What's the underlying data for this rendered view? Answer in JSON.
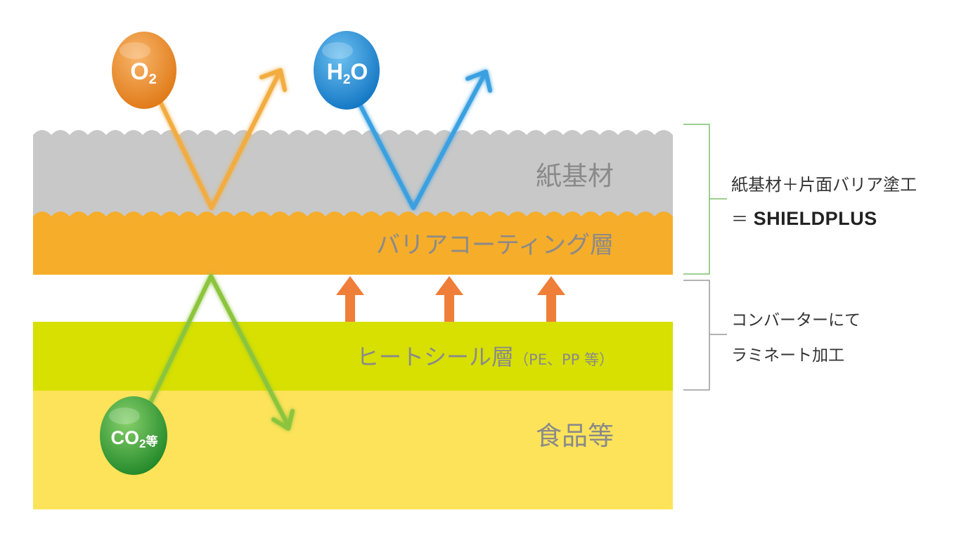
{
  "layers": {
    "paper": {
      "label": "紙基材",
      "color": "#c8c8c8"
    },
    "barrier": {
      "label": "バリアコーティング層",
      "color": "#f5ad2a"
    },
    "heatseal": {
      "label": "ヒートシール層",
      "note": "（PE、PP 等）",
      "color": "#d7e000"
    },
    "food": {
      "label": "食品等",
      "color": "#fde35a"
    }
  },
  "molecules": {
    "o2": {
      "base": "O",
      "sub": "2",
      "extra": "",
      "color": "#ec8a25"
    },
    "h2o": {
      "base": "H",
      "sub": "2",
      "extra": "O",
      "color": "#1f8fd8"
    },
    "co2": {
      "base": "CO",
      "sub": "2",
      "extra": "等",
      "color": "#3ea53a"
    }
  },
  "annotations": {
    "top": {
      "line1": "紙基材＋片面バリア塗工",
      "prefix": "＝ ",
      "brand": "SHIELDPLUS"
    },
    "bottom": {
      "line1": "コンバーターにて",
      "line2": "ラミネート加工"
    }
  },
  "colors": {
    "o2_arrow": "#f2ac3f",
    "h2o_arrow": "#3aa0e0",
    "co2_arrow": "#8cc43c",
    "lamination_arrow": "#ef7e38",
    "bracket_top": "#7cc06a",
    "bracket_bottom": "#999999"
  }
}
